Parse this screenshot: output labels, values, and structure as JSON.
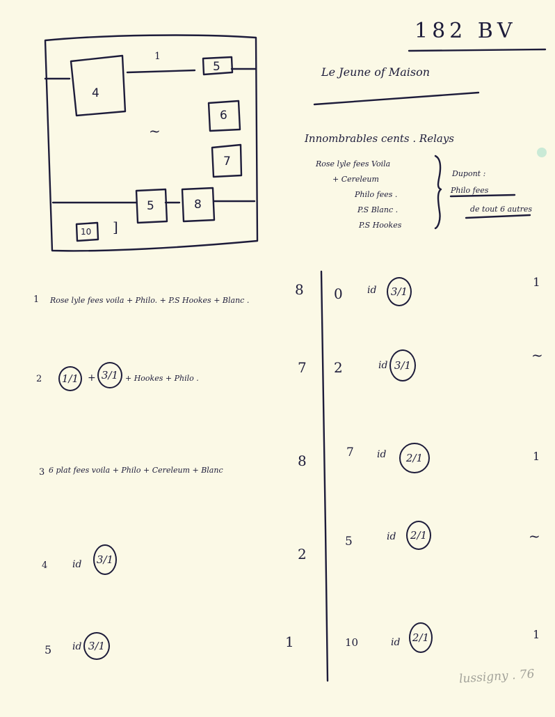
{
  "header": {
    "ref": "182 BV",
    "subtitle": "Le Jeune of Maison"
  },
  "diagram": {
    "top_label": "1",
    "center_mark": "~",
    "bracket_mark": "]",
    "boxes": [
      {
        "label": "4"
      },
      {
        "label": "5"
      },
      {
        "label": "6"
      },
      {
        "label": "7"
      },
      {
        "label": "5"
      },
      {
        "label": "8"
      },
      {
        "label": "10"
      }
    ]
  },
  "notes": {
    "heading": "Innombrables cents . Relays",
    "items": [
      "Rose lyle fees Voila",
      "+ Cereleum",
      "Philo fees .",
      "P.S Blanc .",
      "P.S Hookes"
    ],
    "right_note_1": "Dupont :",
    "right_note_2": "Philo fees",
    "right_note_3": "de tout 6 autres"
  },
  "left_column": {
    "rows": [
      {
        "index": "1",
        "text": "Rose lyle fees voila + Philo. + P.S Hookes + Blanc .",
        "score": "8"
      },
      {
        "index": "2",
        "text": "+ Hookes + Philo .",
        "circled_1": "1/1",
        "joiner": "+",
        "circled_2": "3/1",
        "score": "7"
      },
      {
        "index": "3",
        "text": "6 plat fees voila + Philo + Cereleum + Blanc",
        "score": "8"
      },
      {
        "index": "4",
        "text": "id",
        "circled": "3/1",
        "score": "2"
      },
      {
        "index": "5",
        "text": "id",
        "circled": "3/1",
        "score": "1"
      }
    ]
  },
  "right_column": {
    "rows": [
      {
        "index": "0",
        "text": "id",
        "circled": "3/1",
        "score": "1"
      },
      {
        "index": "2",
        "text": "id",
        "circled": "3/1",
        "score": "~"
      },
      {
        "index": "7",
        "text": "id",
        "circled": "2/1",
        "score": "1"
      },
      {
        "index": "5",
        "text": "id",
        "circled": "2/1",
        "score": "~"
      },
      {
        "index": "10",
        "text": "id",
        "circled": "2/1",
        "score": "1"
      }
    ]
  },
  "footer": {
    "pencil_note": "lussigny . 76"
  }
}
